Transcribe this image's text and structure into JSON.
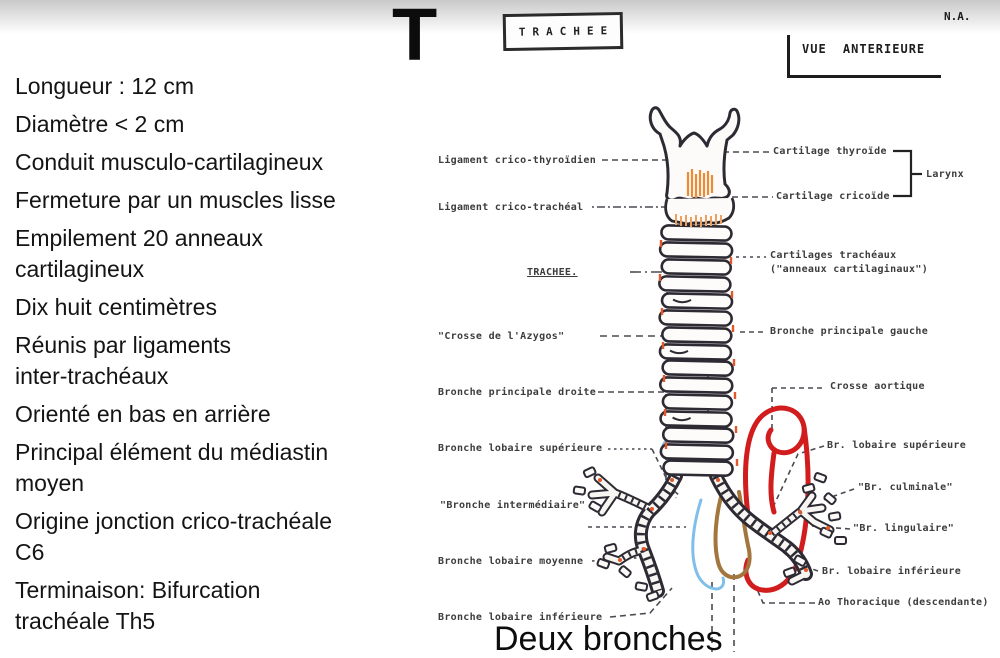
{
  "header": {
    "big_letter": "T",
    "boxed_title": "TRACHEE",
    "na_note": "N.A.",
    "view_label": "VUE ANTERIEURE"
  },
  "facts": [
    "Longueur : 12 cm",
    "Diamètre < 2 cm",
    "Conduit musculo-cartilagineux",
    "Fermeture par un muscles lisse",
    "Empilement 20 anneaux\ncartilagineux",
    "Dix huit centimètres",
    "Réunis par ligaments\ninter-trachéaux",
    "Orienté en bas en arrière",
    "Principal élément du médiastin\nmoyen",
    "Origine jonction crico-trachéale\nC6",
    "Terminaison: Bifurcation\ntrachéale Th5"
  ],
  "diagram": {
    "left_labels": [
      "Ligament crico-thyroïdien",
      "Ligament crico-trachéal",
      "TRACHEE.",
      "\"Crosse de l'Azygos\"",
      "Bronche principale droite",
      "Bronche lobaire supérieure",
      "\"Bronche intermédiaire\"",
      "Bronche lobaire moyenne",
      "Bronche lobaire inférieure"
    ],
    "right_labels": [
      "Cartilage thyroïde",
      "Larynx",
      "Cartilage cricoïde",
      "Cartilages trachéaux",
      "(\"anneaux cartilaginaux\")",
      "Bronche principale gauche",
      "Crosse aortique",
      "Br. lobaire supérieure",
      "\"Br. culminale\"",
      "\"Br. lingulaire\"",
      "Br. lobaire inférieure",
      "Ao Thoracique (descendante)"
    ],
    "colors": {
      "ink": "#2e2a33",
      "ligament_orange": "#ee8a33",
      "ring_tick_orange": "#e2572b",
      "aorta_red": "#d11d1d",
      "esophagus_brown": "#a3763d",
      "azygos_blue": "#7fbfe9",
      "leader_gray": "#4a4a52"
    }
  },
  "footer": {
    "caption": "Deux bronches"
  }
}
